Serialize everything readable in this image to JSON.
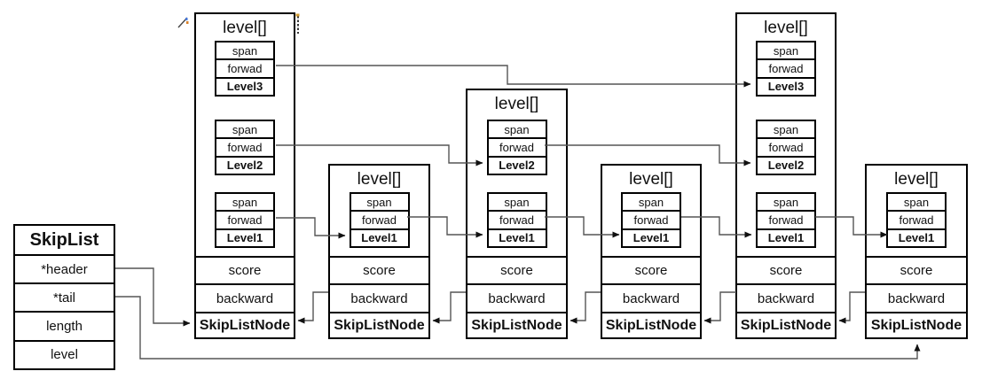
{
  "background": "#ffffff",
  "colors": {
    "box_border": "#000000",
    "connector": "#555555",
    "text": "#111111",
    "cursor_artifact": "#d09a30"
  },
  "skiplist": {
    "title": "SkipList",
    "fields": [
      "*header",
      "*tail",
      "length",
      "level"
    ]
  },
  "nodes": [
    {
      "title": "level[]",
      "levels": [
        {
          "span": "span",
          "forward": "forwad",
          "label": "Level3"
        },
        {
          "span": "span",
          "forward": "forwad",
          "label": "Level2"
        },
        {
          "span": "span",
          "forward": "forwad",
          "label": "Level1"
        }
      ],
      "score": "score",
      "backward": "backward",
      "type": "SkipListNode"
    },
    {
      "title": "level[]",
      "levels": [
        {
          "span": "span",
          "forward": "forwad",
          "label": "Level1"
        }
      ],
      "score": "score",
      "backward": "backward",
      "type": "SkipListNode"
    },
    {
      "title": "level[]",
      "levels": [
        {
          "span": "span",
          "forward": "forwad",
          "label": "Level2"
        },
        {
          "span": "span",
          "forward": "forwad",
          "label": "Level1"
        }
      ],
      "score": "score",
      "backward": "backward",
      "type": "SkipListNode"
    },
    {
      "title": "level[]",
      "levels": [
        {
          "span": "span",
          "forward": "forwad",
          "label": "Level1"
        }
      ],
      "score": "score",
      "backward": "backward",
      "type": "SkipListNode"
    },
    {
      "title": "level[]",
      "levels": [
        {
          "span": "span",
          "forward": "forwad",
          "label": "Level3"
        },
        {
          "span": "span",
          "forward": "forwad",
          "label": "Level2"
        },
        {
          "span": "span",
          "forward": "forwad",
          "label": "Level1"
        }
      ],
      "score": "score",
      "backward": "backward",
      "type": "SkipListNode"
    },
    {
      "title": "level[]",
      "levels": [
        {
          "span": "span",
          "forward": "forwad",
          "label": "Level1"
        }
      ],
      "score": "score",
      "backward": "backward",
      "type": "SkipListNode"
    }
  ]
}
